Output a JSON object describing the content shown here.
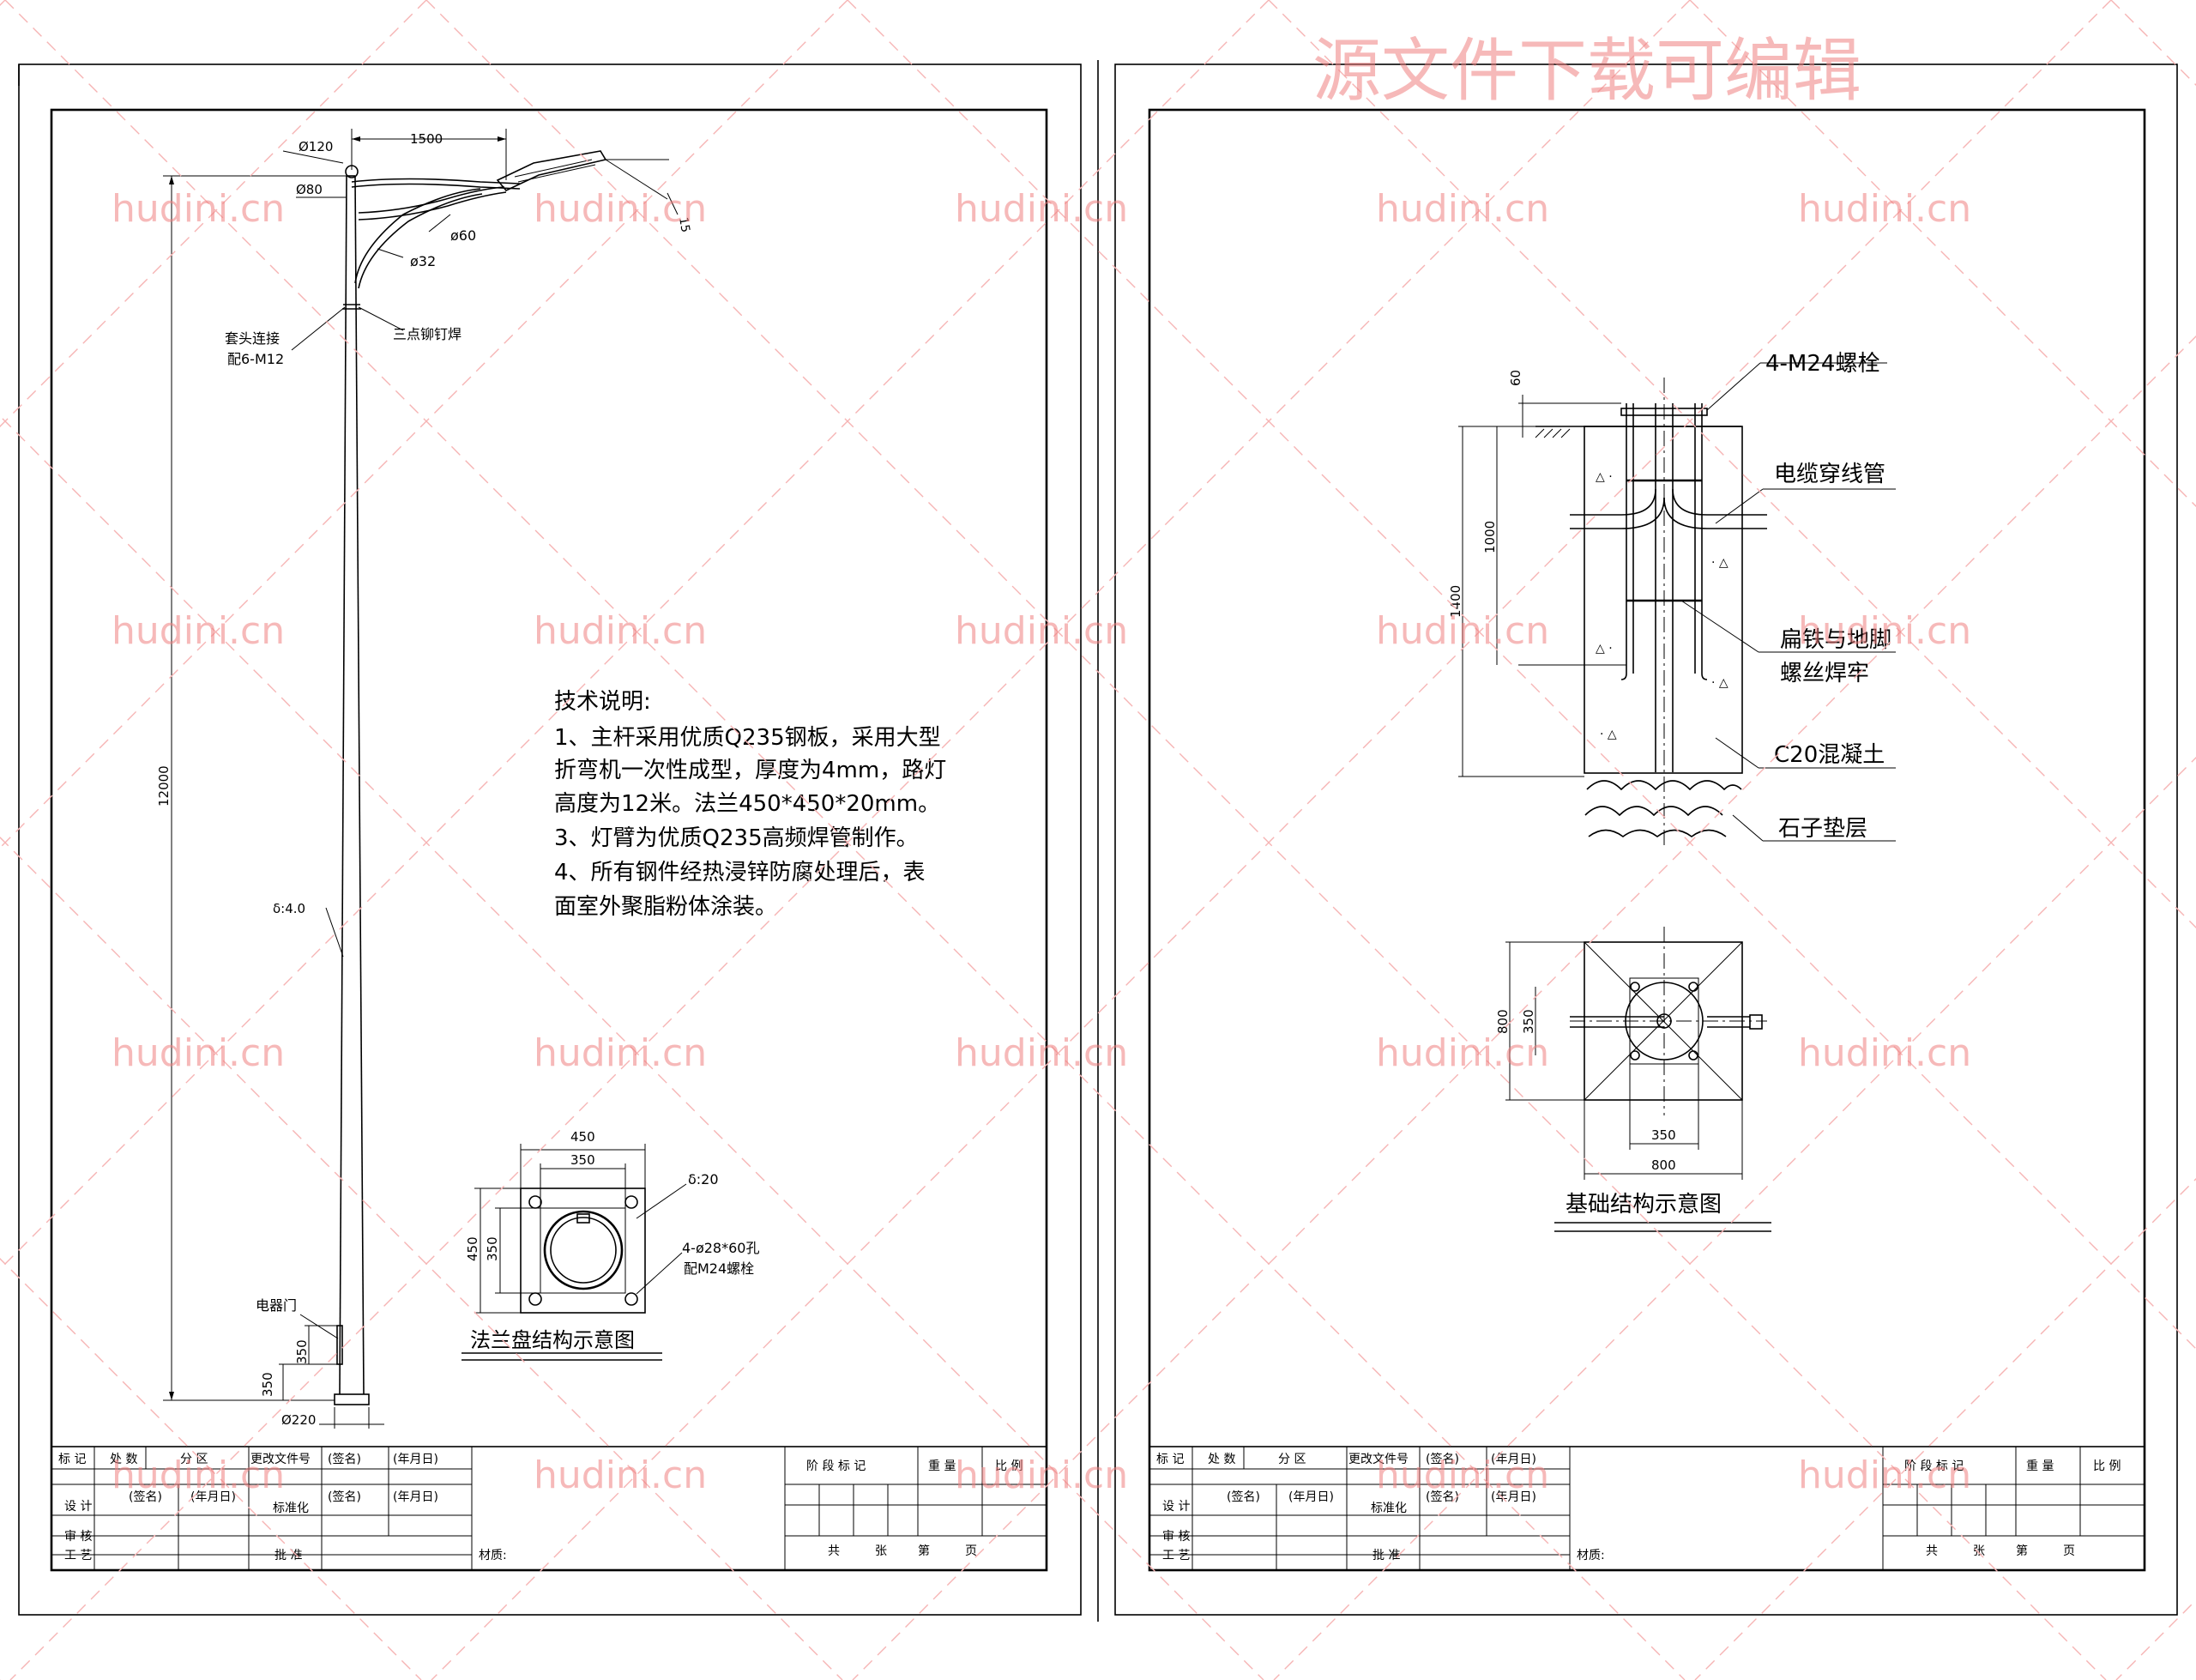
{
  "watermark": {
    "banner": "源文件下载可编辑",
    "site": "hudini.cn",
    "color": "#f08080"
  },
  "sheet1": {
    "pole": {
      "arm_length": "1500",
      "top_dia": "Ø120",
      "pole_top_dia": "Ø80",
      "arm_dia": "ø60",
      "brace_dia": "ø32",
      "tilt": "15",
      "sleeve_joint_line1": "套头连接",
      "sleeve_joint_line2": "配6-M12",
      "rivet_weld": "三点铆钉焊",
      "height": "12000",
      "thickness": "δ:4.0",
      "door": "电器门",
      "door_h": "350",
      "door_base": "350",
      "base_dia": "Ø220"
    },
    "notes": {
      "title": "技术说明:",
      "lines": [
        "1、主杆采用优质Q235钢板，采用大型",
        "折弯机一次性成型，厚度为4mm，路灯",
        "高度为12米。法兰450*450*20mm。",
        "3、灯臂为优质Q235高频焊管制作。",
        "4、所有钢件经热浸锌防腐处理后，表",
        "面室外聚脂粉体涂装。"
      ]
    },
    "flange": {
      "outer_w": "450",
      "inner_w": "350",
      "outer_h": "450",
      "inner_h": "350",
      "thickness": "δ:20",
      "holes": "4-ø28*60孔",
      "bolts": "配M24螺栓",
      "caption": "法兰盘结构示意图"
    }
  },
  "sheet2": {
    "foundation": {
      "bolts": "4-M24螺栓",
      "conduit": "电缆穿线管",
      "weld_line1": "扁铁与地脚",
      "weld_line2": "螺丝焊牢",
      "concrete": "C20混凝土",
      "gravel": "石子垫层",
      "dim_top": "60",
      "dim_mid": "1000",
      "dim_total": "1400"
    },
    "plan": {
      "outer_h": "800",
      "inner_h": "350",
      "inner_w": "350",
      "outer_w": "800",
      "caption": "基础结构示意图"
    }
  },
  "title_block": {
    "row1": [
      "标 记",
      "处 数",
      "分 区",
      "更改文件号",
      "(签名)",
      "(年月日)"
    ],
    "stage": "阶 段 标 记",
    "weight": "重 量",
    "scale1": "比 例",
    "scale2": "比 例",
    "design": "设 计",
    "sign": "(签名)",
    "date": "(年月日)",
    "standard": "标准化",
    "review": "审 核",
    "process": "工 艺",
    "approve": "批 准",
    "material": "材质:",
    "pages": [
      "共",
      "张",
      "第",
      "页"
    ]
  }
}
